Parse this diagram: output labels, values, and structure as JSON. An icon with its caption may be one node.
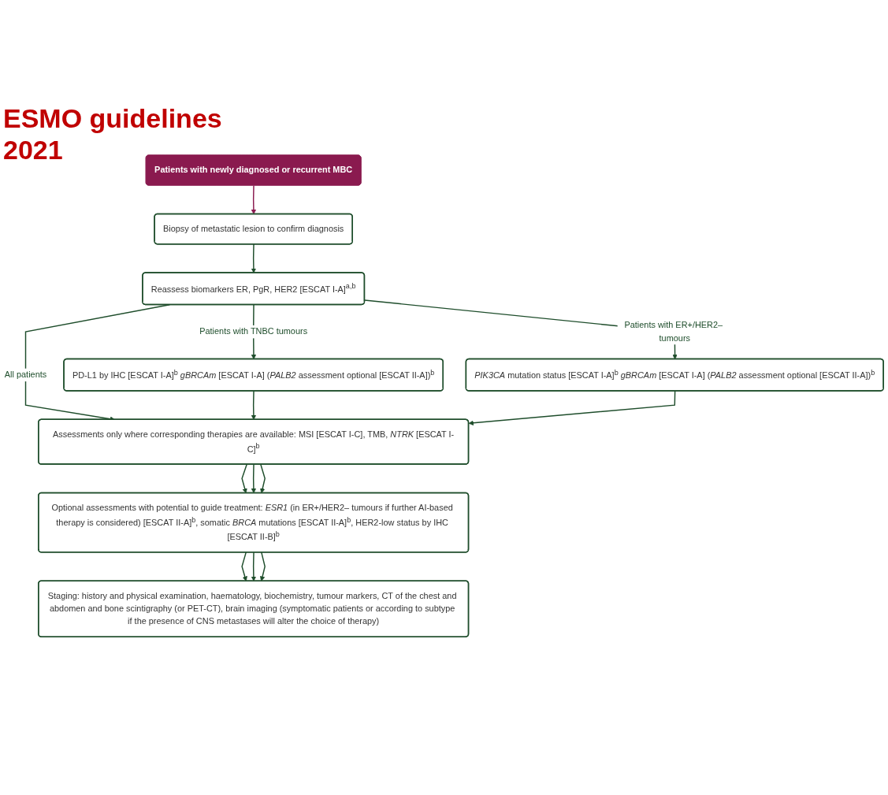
{
  "diagram": {
    "title": "ESMO guidelines 2021",
    "nodes": [
      {
        "text": [
          "Patients with newly diagnosed or recurrent MBC"
        ]
      },
      {
        "text": [
          "Biopsy of metastatic lesion to confirm diagnosis"
        ]
      },
      {
        "text": [
          "Reassess biomarkers ER, PgR, HER2 [ESCAT I-A]$^{a,b}$"
        ]
      },
      {
        "text": [
          "PD-L1 by IHC [ESCAT I-A]$^{b}$ *gBRCAm* [ESCAT I-A] (*PALB2* assessment optional [ESCAT II-A])$^{b}$"
        ]
      },
      {
        "text": [
          "*PIK3CA* mutation status [ESCAT I-A]$^{b}$ *gBRCAm* [ESCAT I-A] (*PALB2* assessment optional [ESCAT II-A])$^{b}$"
        ]
      },
      {
        "text": [
          "Assessments only where corresponding therapies are available: MSI [ESCAT I-C], TMB, *NTRK* [ESCAT I-C]$^{b}$"
        ]
      },
      {
        "text": [
          "Optional assessments with potential to guide treatment: *ESR1* (in ER+/HER2– tumours if further AI-based therapy is considered) [ESCAT II-A]$^{b}$, somatic *BRCA* mutations [ESCAT II-A]$^{b}$, HER2-low status by IHC [ESCAT II-B]$^{b}$"
        ]
      },
      {
        "text": [
          "Staging: history and physical examination, haematology, biochemistry, tumour markers, CT of the chest and abdomen and bone scintigraphy (or PET-CT), brain imaging (symptomatic patients or according to subtype if the presence of CNS metastases will alter the choice of therapy)"
        ]
      }
    ],
    "edges": [
      {
        "from": 0,
        "to": 1,
        "arrow": "to",
        "color": "#8a1a4f"
      },
      {
        "from": 1,
        "to": 2,
        "arrow": "to"
      },
      {
        "from": 2,
        "to": 3,
        "arrow": "to",
        "label": "Patients with TNBC tumours"
      },
      {
        "from": 2,
        "to": 5,
        "arrow": "to",
        "label": "All patients"
      },
      {
        "from": 2,
        "to": 4,
        "arrow": "to",
        "label": "Patients with ER+/HER2– tumours"
      },
      {
        "from": 3,
        "to": 5,
        "arrow": "to"
      },
      {
        "from": 4,
        "to": 5,
        "arrow": "to"
      },
      {
        "from": 5,
        "to": 6,
        "arrow": "to"
      },
      {
        "from": 5,
        "to": 6,
        "arrow": "to"
      },
      {
        "from": 5,
        "to": 6,
        "arrow": "to"
      },
      {
        "from": 6,
        "to": 7,
        "arrow": "to"
      },
      {
        "from": 6,
        "to": 7,
        "arrow": "to"
      },
      {
        "from": 6,
        "to": 7,
        "arrow": "to"
      }
    ]
  }
}
